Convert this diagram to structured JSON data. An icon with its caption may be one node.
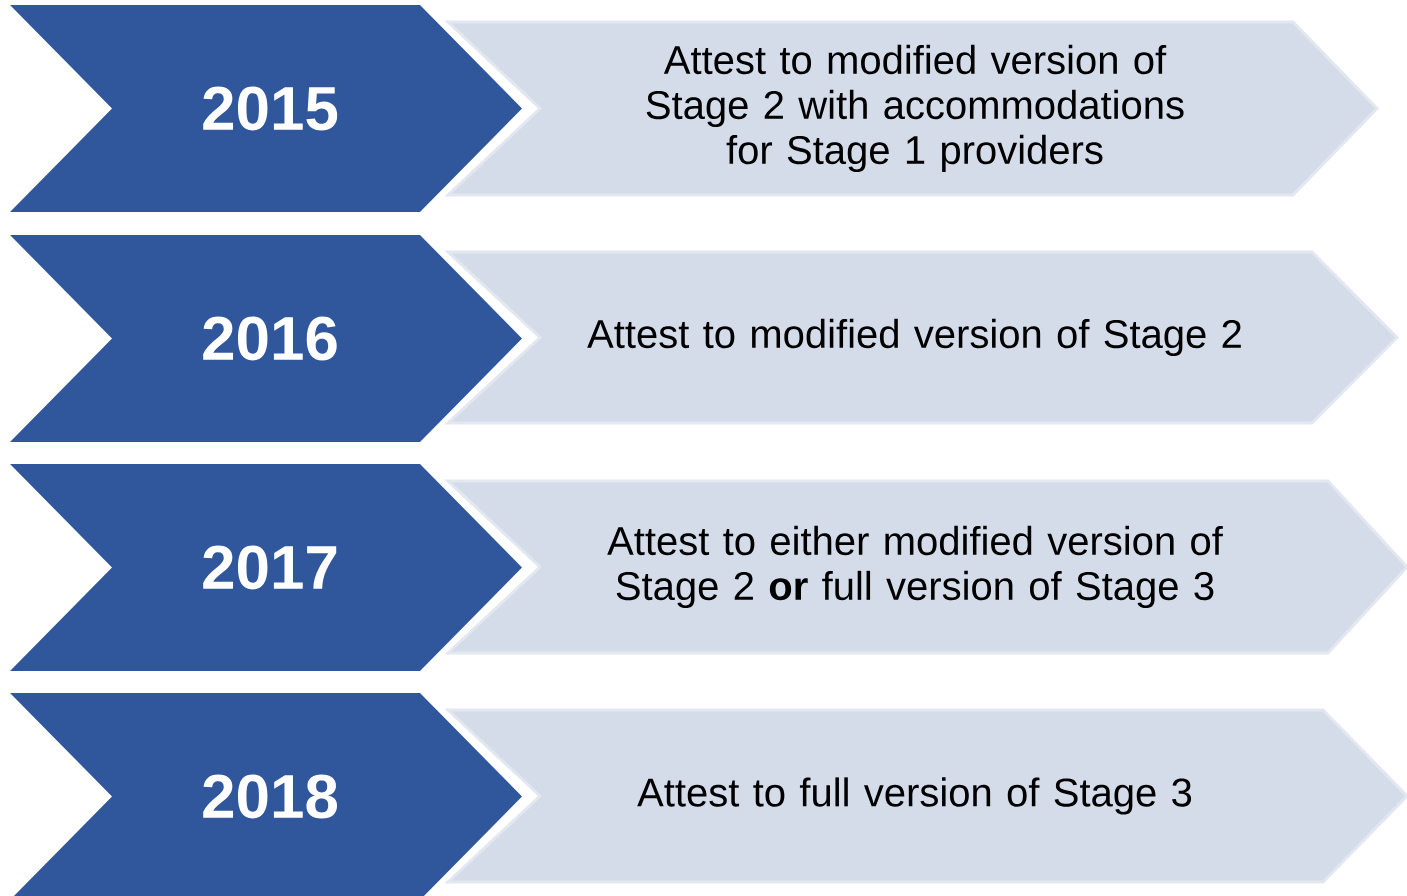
{
  "diagram": {
    "nodes": [
      {
        "text": [
          "2015"
        ]
      },
      {
        "text": [
          "Attest to modified version of Stage 2 with accommodations for Stage 1 providers"
        ]
      },
      {
        "text": [
          "2016"
        ]
      },
      {
        "text": [
          "Attest to modified version of Stage 2"
        ]
      },
      {
        "text": [
          "2017"
        ]
      },
      {
        "text": [
          "Attest to either modified version of Stage 2 **or** full version of Stage 3"
        ]
      },
      {
        "text": [
          "2018"
        ]
      },
      {
        "text": [
          "Attest to full version of Stage 3"
        ]
      }
    ]
  }
}
